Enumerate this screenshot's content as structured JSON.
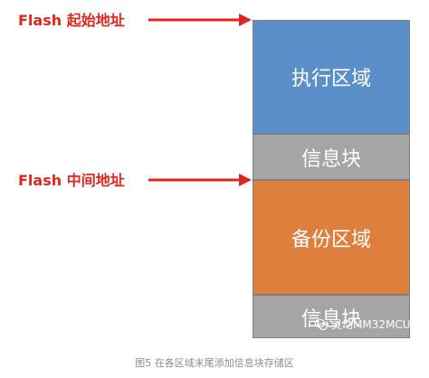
{
  "diagram": {
    "start_label": "Flash 起始地址",
    "middle_label": "Flash 中间地址",
    "blocks": [
      {
        "label": "执行区域",
        "color": "#5b8fc9"
      },
      {
        "label": "信息块",
        "color": "#a5a5a5"
      },
      {
        "label": "备份区域",
        "color": "#de7f3e"
      },
      {
        "label": "信息块",
        "color": "#a5a5a5"
      }
    ],
    "arrow_color": "#e0261e"
  },
  "watermark": "灵动MM32MCU",
  "caption": "图5 在各区域末尾添加信息块存储区"
}
